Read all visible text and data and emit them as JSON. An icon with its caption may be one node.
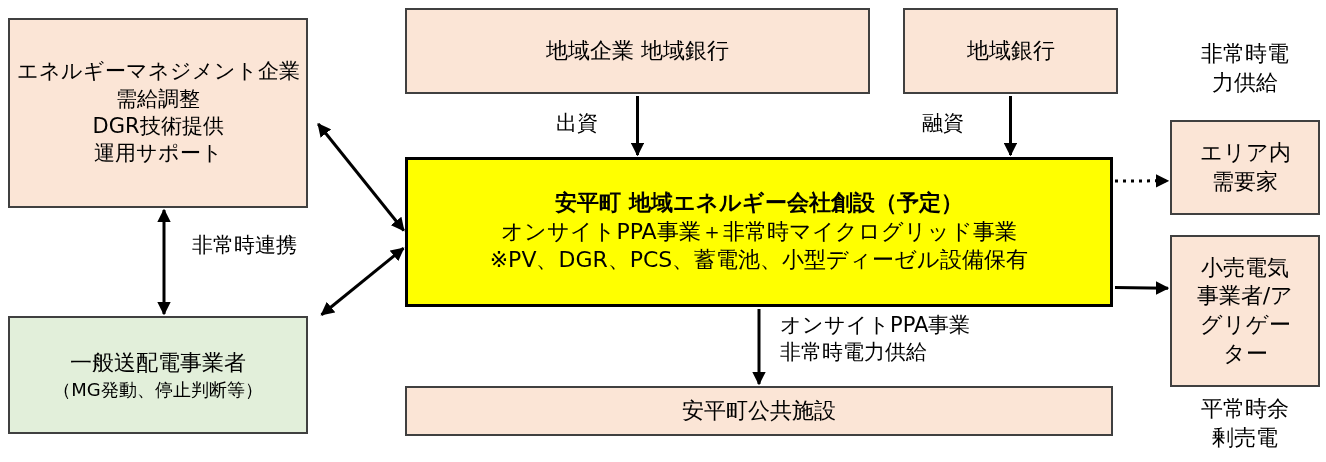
{
  "diagram": {
    "nodes": [
      {
        "text": [
          "エネルギーマネジメント企業",
          "需給調整",
          "DGR技術提供",
          "運用サポート"
        ]
      },
      {
        "text": [
          "地域企業 地域銀行"
        ]
      },
      {
        "text": [
          "地域銀行"
        ]
      },
      {
        "text": [
          "安平町 地域エネルギー会社創設（予定）",
          "オンサイトPPA事業＋非常時マイクログリッド事業",
          "※PV、DGR、PCS、蓄電池、小型ディーゼル設備保有"
        ]
      },
      {
        "text": [
          "エリア内需要家"
        ],
        "beside": [
          "非常時電力供給"
        ]
      },
      {
        "text": [
          "小売電気事業者/アグリゲーター"
        ],
        "beside": [
          "平常時余剰売電"
        ]
      },
      {
        "text": [
          "一般送配電事業者",
          "（MG発動、停止判断等）"
        ]
      },
      {
        "text": [
          "安平町公共施設"
        ]
      }
    ],
    "edges": [
      {
        "from": 0,
        "to": 3,
        "arrow": "both"
      },
      {
        "from": 0,
        "to": 6,
        "arrow": "both",
        "label": "非常時連携"
      },
      {
        "from": 6,
        "to": 3,
        "arrow": "both"
      },
      {
        "from": 1,
        "to": 3,
        "arrow": "to",
        "label": "出資"
      },
      {
        "from": 2,
        "to": 3,
        "arrow": "to",
        "label": "融資"
      },
      {
        "from": 3,
        "to": 4,
        "arrow": "to",
        "style": "dashed"
      },
      {
        "from": 3,
        "to": 5,
        "arrow": "to"
      },
      {
        "from": 3,
        "to": 7,
        "arrow": "to",
        "label": "オンサイトPPA事業非常時電力供給"
      }
    ]
  }
}
